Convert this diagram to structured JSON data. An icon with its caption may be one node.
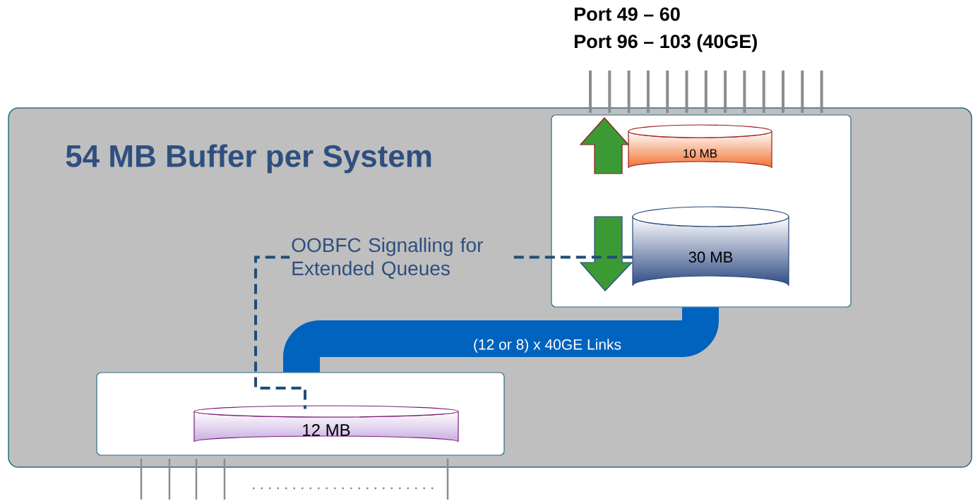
{
  "diagram": {
    "nodes": [
      {
        "text": [
          "54 MB Buffer per System"
        ]
      },
      {
        "text": [],
        "shape": "box",
        "in": 0
      },
      {
        "text": [
          "10 MB"
        ],
        "in": 1
      },
      {
        "text": [
          "30 MB"
        ],
        "in": 1
      },
      {
        "text": [],
        "shape": "box",
        "in": 0
      },
      {
        "text": [
          "12 MB"
        ],
        "in": 4
      }
    ],
    "edges": [
      {
        "from": 3,
        "to": 5,
        "arrow": "none",
        "label": "OOBFC Signalling for Extended Queues",
        "style": "dashed",
        "color": "#1f4e79"
      },
      {
        "from": 1,
        "to": 4,
        "arrow": "none",
        "label": "(12 or 8) x 40GE Links",
        "style": "thick",
        "color": "#0063be"
      }
    ],
    "labels": [
      "Port 49 – 60",
      "Port 96 – 103 (40GE)"
    ]
  }
}
